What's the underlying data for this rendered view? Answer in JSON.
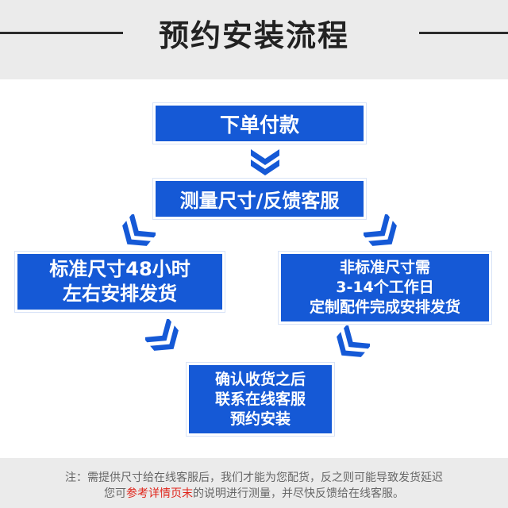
{
  "header": {
    "title": "预约安装流程"
  },
  "steps": {
    "order": "下单付款",
    "measure": "测量尺寸/反馈客服",
    "standard": [
      "标准尺寸48小时",
      "左右安排发货"
    ],
    "nonstandard": [
      "非标准尺寸需",
      "3-14个工作日",
      "定制配件完成安排发货"
    ],
    "confirm": [
      "确认收货之后",
      "联系在线客服",
      "预约安装"
    ]
  },
  "footer": {
    "line1": "注：需提供尺寸给在线客服后，我们才能为您配货，反之则可能导致发货延迟",
    "line2_pre": "您可",
    "line2_highlight": "参考详情页末",
    "line2_post": "的说明进行测量，并尽快反馈给在线客服。"
  },
  "colors": {
    "box_blue": "#1559d6",
    "header_bg": "#ebebeb",
    "highlight": "#e0251b"
  },
  "icons": [
    "chevron-down-icon",
    "chevron-diagonal-left-icon",
    "chevron-diagonal-right-icon"
  ]
}
